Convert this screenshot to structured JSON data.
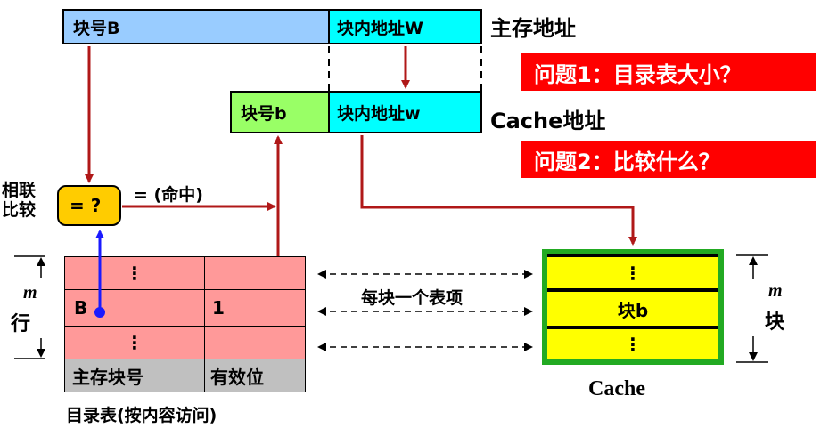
{
  "main_address": {
    "block_field": "块号B",
    "offset_field": "块内地址W",
    "label": "主存地址"
  },
  "question1": "问题1：目录表大小？",
  "cache_address": {
    "block_field": "块号b",
    "offset_field": "块内地址w",
    "label": "Cache地址"
  },
  "question2": "问题2：比较什么？",
  "comparator": {
    "side_label_line1": "相联",
    "side_label_line2": "比较",
    "symbol": "= ?",
    "hit_label": "= (命中)"
  },
  "directory": {
    "m_label": "m",
    "row_label": "行",
    "rows": [
      {
        "tag": "⋮",
        "valid": ""
      },
      {
        "tag": "B",
        "valid": "1"
      },
      {
        "tag": "⋮",
        "valid": ""
      }
    ],
    "col_tag": "主存块号",
    "col_valid": "有效位",
    "caption": "目录表(按内容访问)"
  },
  "mapping_label": "每块一个表项",
  "cache": {
    "rows": [
      "⋮",
      "块b",
      "⋮"
    ],
    "m_label": "m",
    "block_label": "块",
    "caption": "Cache"
  },
  "colors": {
    "arrow_red": "#b01818",
    "arrow_blue": "#1a1aff",
    "block_fill": "#99ccff",
    "offset_fill": "#00ffff",
    "cache_block_fill": "#99ff66",
    "comparator_fill": "#ffcc00",
    "dir_fill": "#ff9999",
    "header_fill": "#c0c0c0",
    "cache_fill": "#ffff00",
    "cache_border": "#22aa22"
  }
}
